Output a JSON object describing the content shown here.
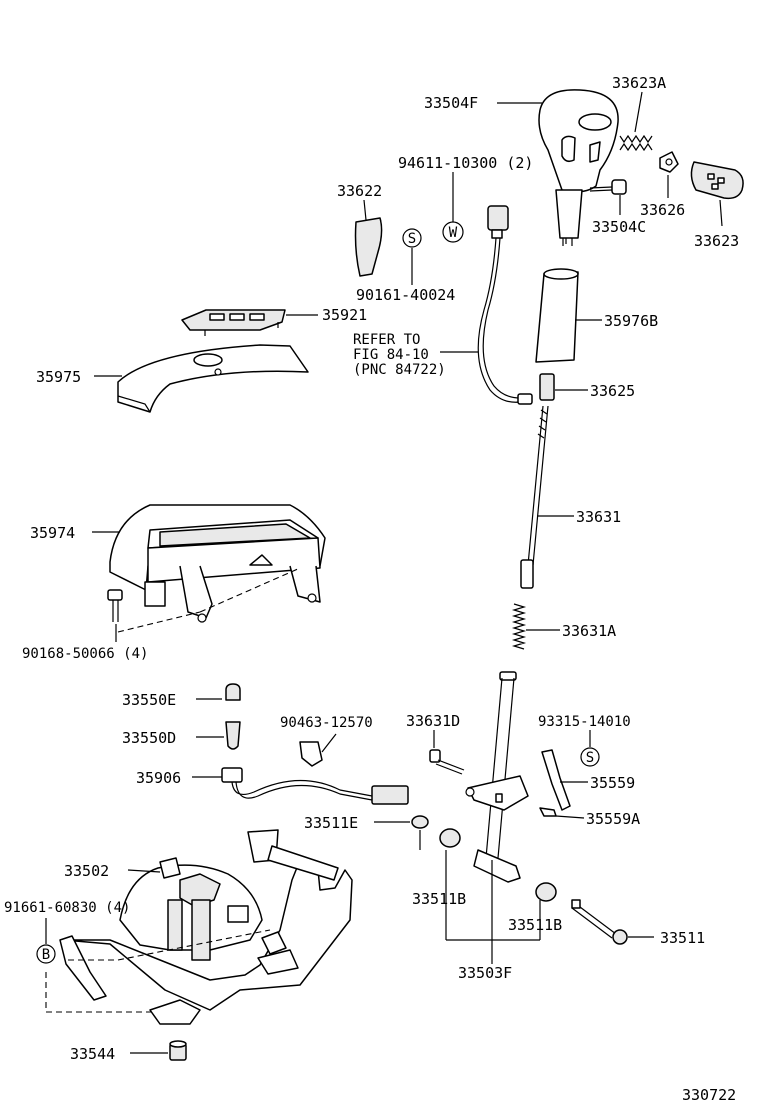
{
  "diagram": {
    "figure_number": "330722",
    "labels": {
      "knob": "33504F",
      "knob_screw_plug": "33623A",
      "bolt_94611": "94611-10300 (2)",
      "knob_part_33622": "33622",
      "clip_33626": "33626",
      "screw_33504C": "33504C",
      "button_33623": "33623",
      "washer_90161": "90161-40024",
      "indicator_35921": "35921",
      "sleeve_35976B": "35976B",
      "refer_line1": "REFER TO",
      "refer_line2": "FIG 84-10",
      "refer_line3": "(PNC 84722)",
      "cover_35975": "35975",
      "cap_33625": "33625",
      "housing_35974": "35974",
      "rod_33631": "33631",
      "bolt_90168": "90168-50066 (4)",
      "spring_33631A": "33631A",
      "bulb_33550E": "33550E",
      "socket_33550D": "33550D",
      "clamp_90463": "90463-12570",
      "pin_33631D": "33631D",
      "washer_93315": "93315-14010",
      "harness_35906": "35906",
      "plate_35559": "35559",
      "bushing_33511E": "33511E",
      "spring_35559A": "35559A",
      "base_33502": "33502",
      "bolt_91661": "91661-60830 (4)",
      "bushing_33511B_left": "33511B",
      "bushing_33511B_right": "33511B",
      "pin_33511": "33511",
      "lever_33503F": "33503F",
      "collar_33544": "33544"
    },
    "markers": {
      "W": "W",
      "S1": "S",
      "S2": "S",
      "B": "B"
    }
  }
}
